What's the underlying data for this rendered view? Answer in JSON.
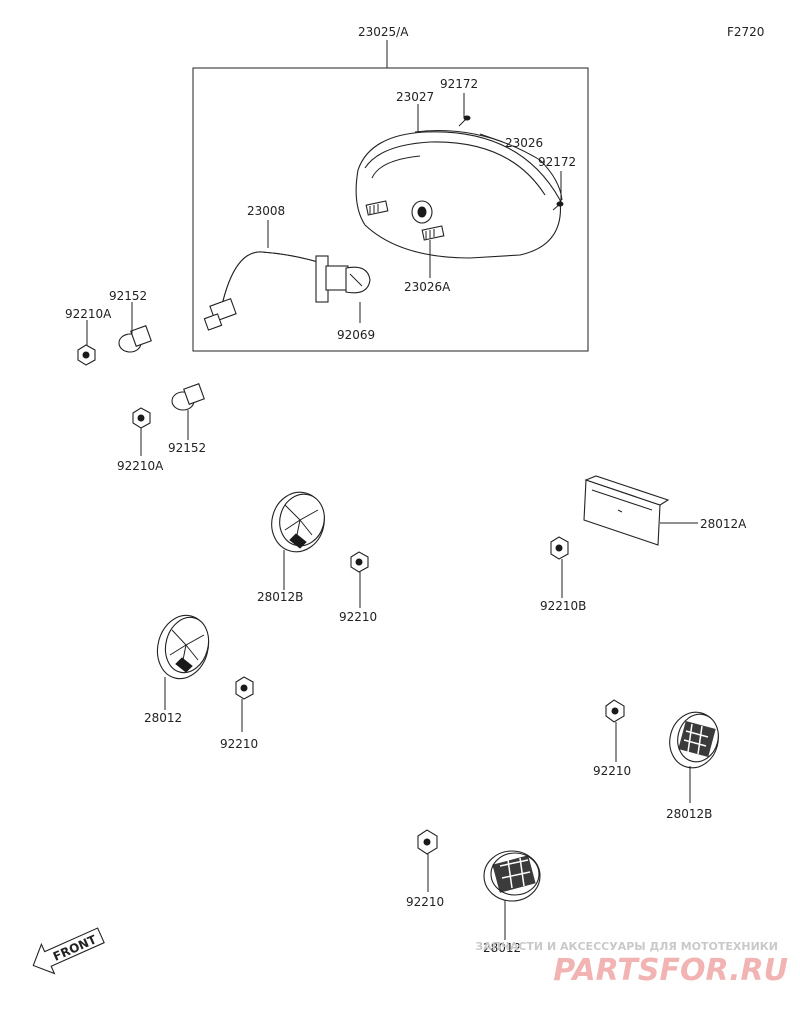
{
  "diagram_code": "F2720",
  "assembly_label": "23025/A",
  "labels": {
    "housing": "23027",
    "screw_top": "92172",
    "lens": "23026",
    "screw_side": "92172",
    "socket_wire": "23008",
    "stud": "23026A",
    "bulb": "92069",
    "washer_1": "92152",
    "nut_1": "92210A",
    "washer_2": "92152",
    "nut_2": "92210A",
    "reflector_plate": "28012A",
    "nut_plate": "92210B",
    "reflector_b1": "28012B",
    "nut_b1": "92210",
    "reflector_1": "28012",
    "nut_r1": "92210",
    "nut_r2": "92210",
    "reflector_b2": "28012B",
    "nut_r3": "92210",
    "reflector_2": "28012"
  },
  "front_label": "FRONT",
  "watermark": {
    "tagline": "ЗАПЧАСТИ И АКСЕССУАРЫ ДЛЯ МОТОТЕХНИКИ",
    "brand": "PARTSFOR.RU"
  }
}
